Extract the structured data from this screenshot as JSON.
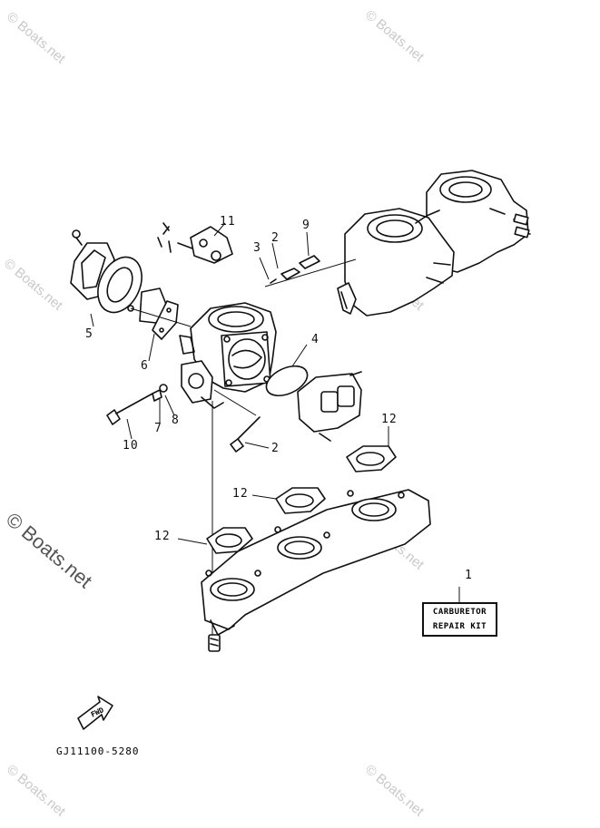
{
  "watermark": "© Boats.net",
  "callouts": {
    "c1": "1",
    "c2a": "2",
    "c2b": "2",
    "c3": "3",
    "c4": "4",
    "c5": "5",
    "c6": "6",
    "c7": "7",
    "c8": "8",
    "c9": "9",
    "c10": "10",
    "c11": "11",
    "c12a": "12",
    "c12b": "12",
    "c12c": "12"
  },
  "kit_label": {
    "line1": "CARBURETOR",
    "line2": "REPAIR KIT"
  },
  "direction_marker": "FWD",
  "diagram_code": "GJ11100-5280",
  "icons": [
    "fwd-arrow-icon"
  ]
}
